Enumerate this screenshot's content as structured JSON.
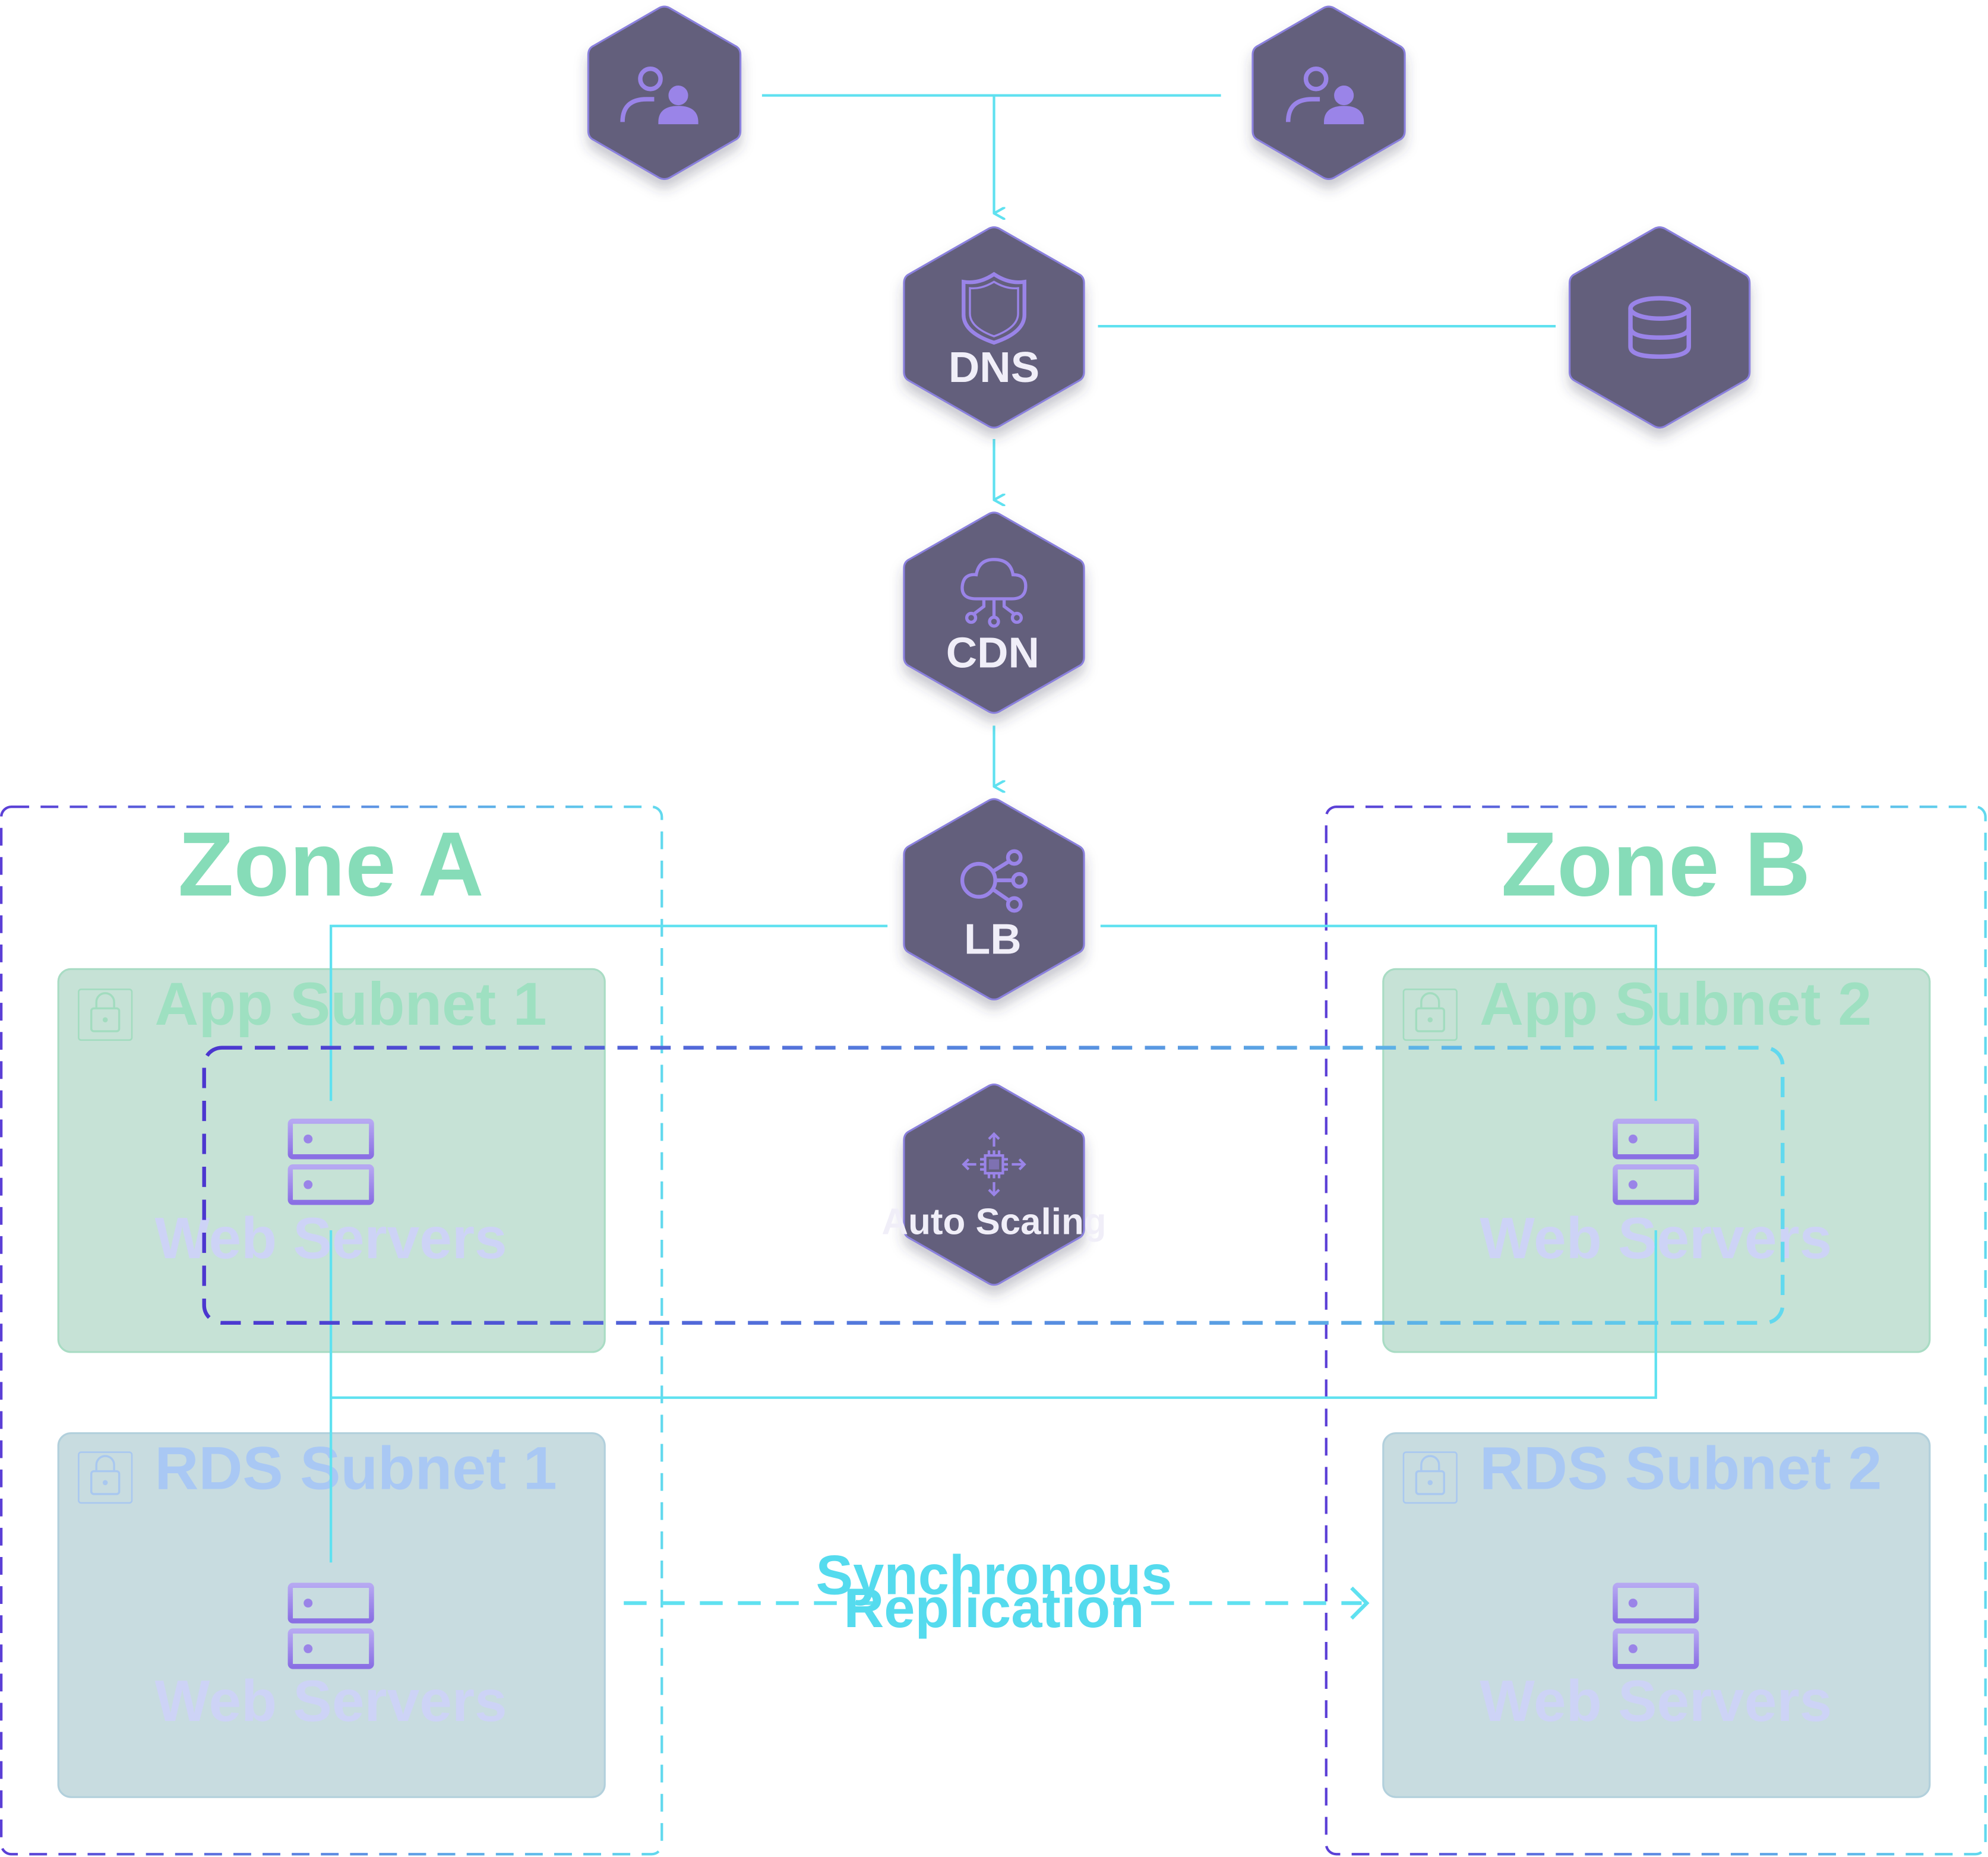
{
  "zones": {
    "a": {
      "title": "Zone A"
    },
    "b": {
      "title": "Zone B"
    }
  },
  "subnets": {
    "app1": {
      "label": "App Subnet 1",
      "server_label": "Web Servers"
    },
    "app2": {
      "label": "App Subnet 2",
      "server_label": "Web Servers"
    },
    "rds1": {
      "label": "RDS Subnet 1",
      "server_label": "Web Servers"
    },
    "rds2": {
      "label": "RDS Subnet 2",
      "server_label": "Web Servers"
    }
  },
  "nodes": {
    "user_left": {
      "icon": "users-icon",
      "label": ""
    },
    "user_right": {
      "icon": "users-icon",
      "label": ""
    },
    "dns": {
      "icon": "shield-icon",
      "label": "DNS"
    },
    "database": {
      "icon": "database-icon",
      "label": ""
    },
    "cdn": {
      "icon": "cloud-network-icon",
      "label": "CDN"
    },
    "lb": {
      "icon": "load-balancer-icon",
      "label": "LB"
    },
    "autoscaling": {
      "icon": "auto-scaling-icon",
      "label": "Auto Scaling"
    }
  },
  "replication": {
    "line1": "Synchronous",
    "line2": "Replication"
  },
  "colors": {
    "hex_fill": "#635e7c",
    "connector": "#5fe1f0",
    "icon": "#9a84e8",
    "zone_border_start": "#5b3fd6",
    "zone_border_end": "#62d9ee",
    "app_subnet_fill": "#c6e2d6",
    "rds_subnet_fill": "#c8dce0",
    "zone_title": "#86dcb8"
  }
}
